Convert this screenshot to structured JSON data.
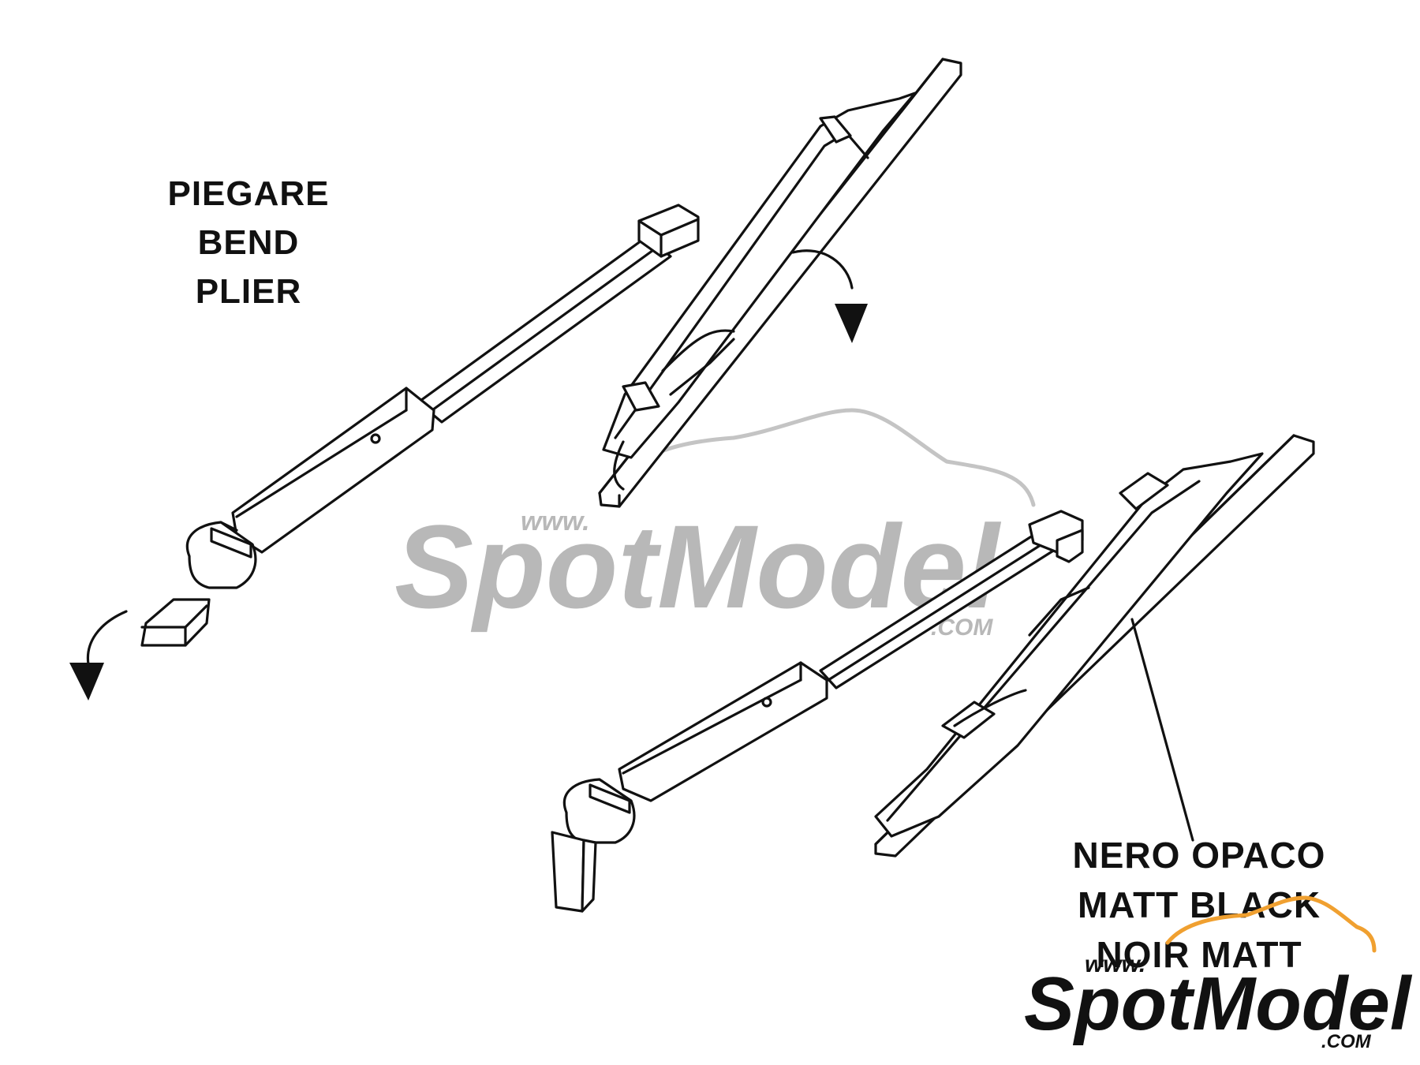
{
  "instructions": {
    "bend_label": [
      "PIEGARE",
      "BEND",
      "PLIER"
    ],
    "paint_label": [
      "NERO OPACO",
      "MATT BLACK",
      "NOIR MATT"
    ]
  },
  "watermark": {
    "prefix": "www.",
    "brand": "SpotModel",
    "suffix": ".COM",
    "center_color": "#b8b8b8",
    "corner_color": "#111111",
    "accent_color": "#f0a030"
  },
  "icons": [
    "bend-arrow-icon",
    "car-silhouette-icon"
  ]
}
